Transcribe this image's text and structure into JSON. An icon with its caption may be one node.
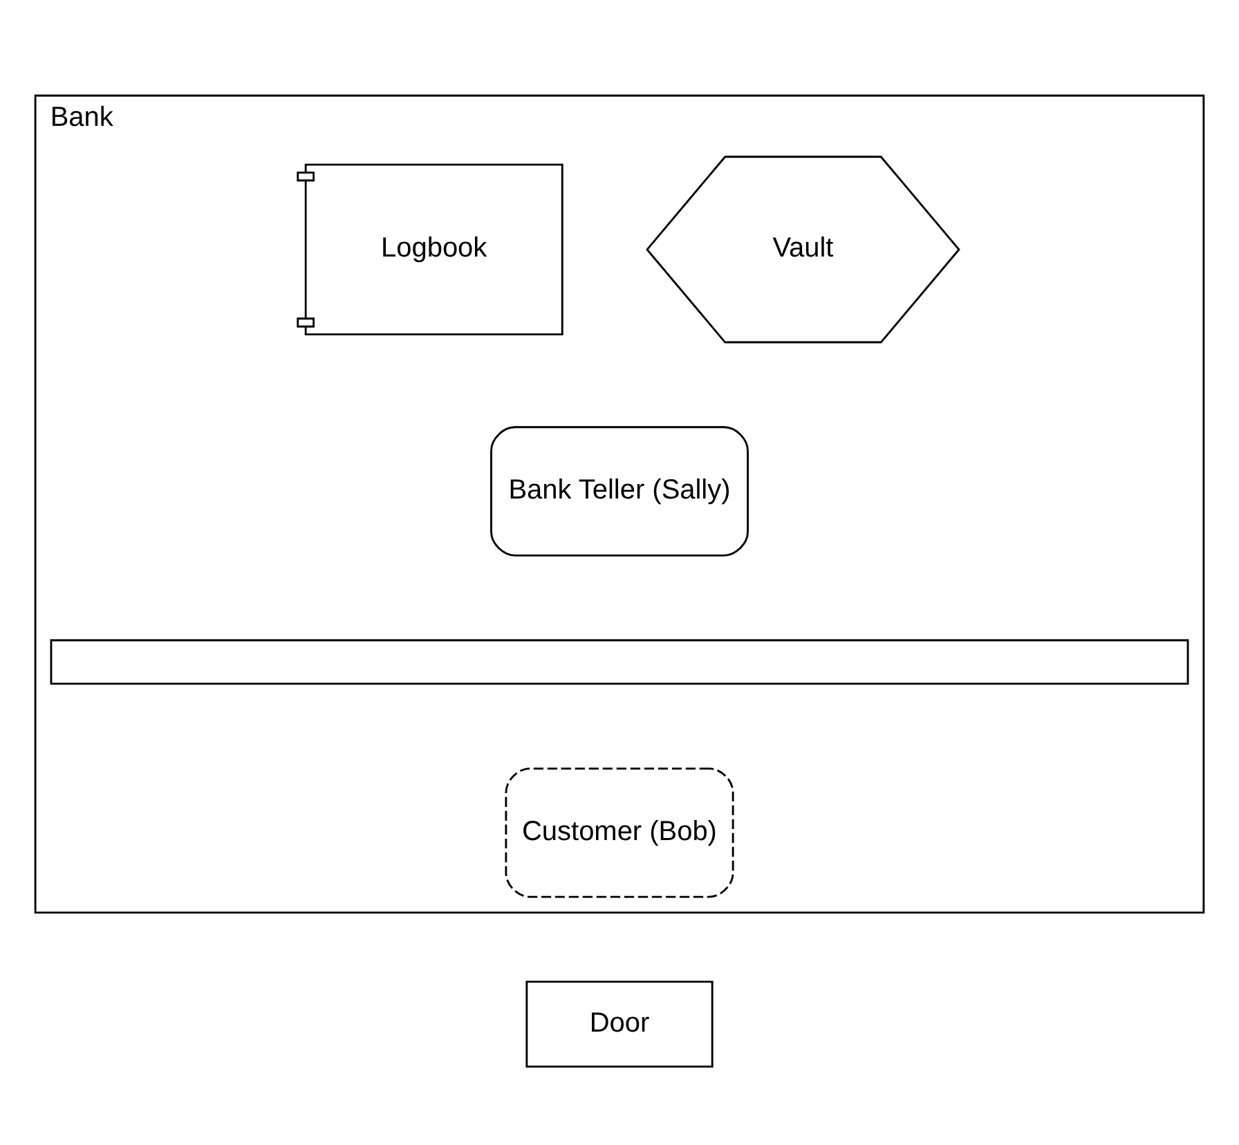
{
  "diagram": {
    "nodes": [
      {
        "text": [
          "Bank"
        ]
      },
      {
        "text": [
          "Vault"
        ],
        "in": 0
      },
      {
        "text": [
          "Logbook"
        ],
        "in": 0
      },
      {
        "text": [
          "Bank Teller (Sally)"
        ],
        "in": 0
      },
      {
        "text": [],
        "shape": "bar",
        "in": 0
      },
      {
        "text": [
          "Customer (Bob)"
        ],
        "in": 0
      },
      {
        "text": [
          "Door"
        ]
      }
    ],
    "edges": []
  }
}
